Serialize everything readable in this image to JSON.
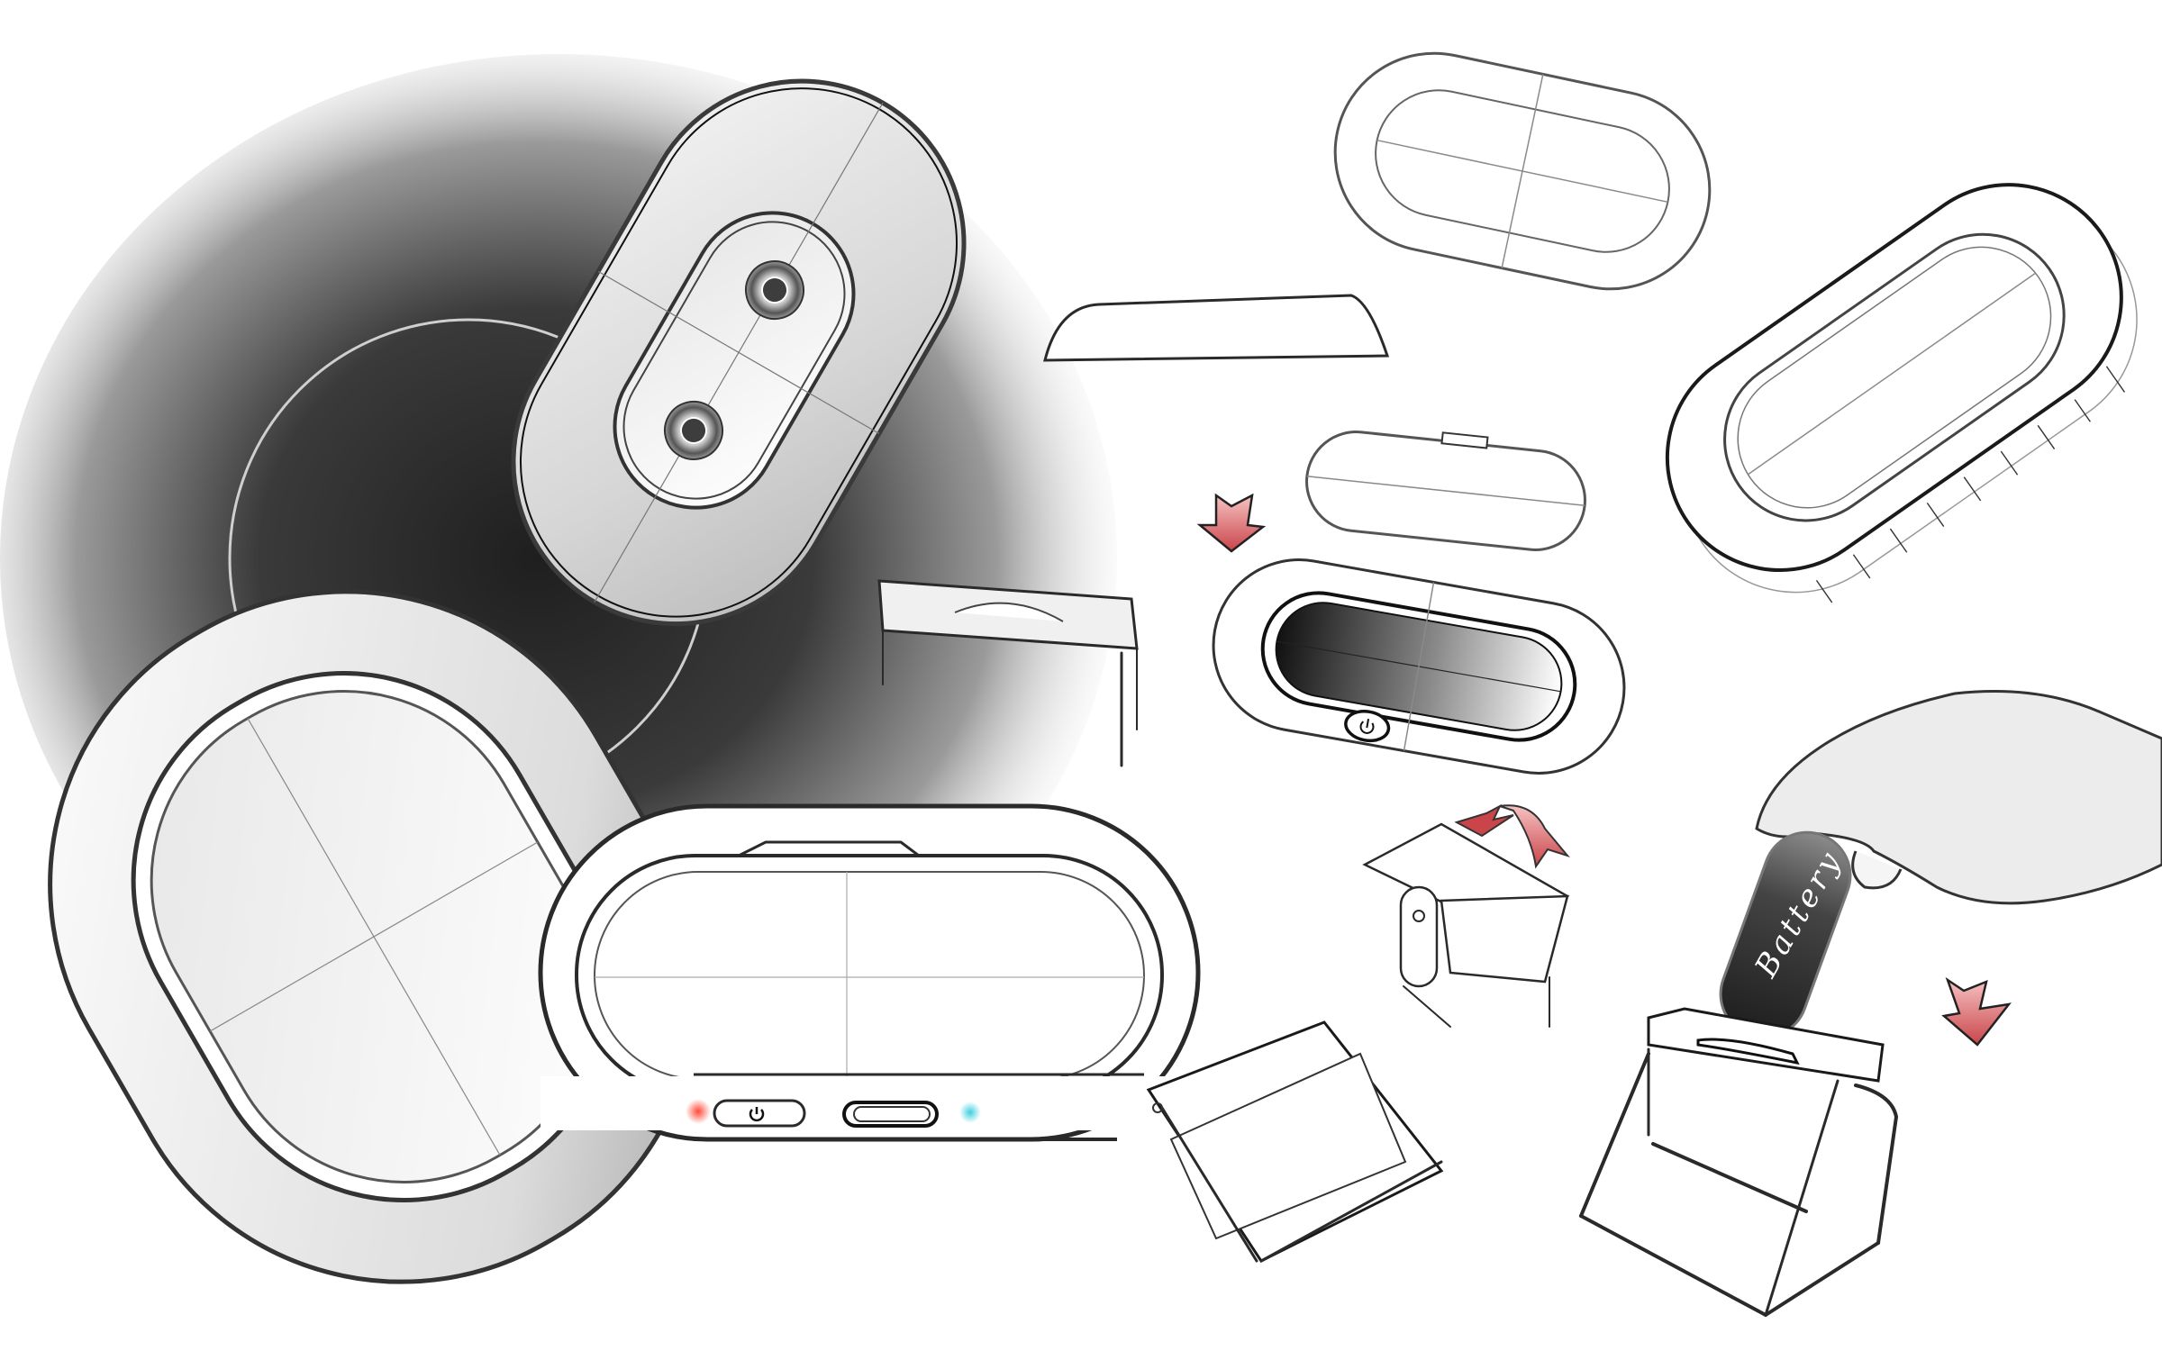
{
  "sheet": {
    "type": "industrial design concept sketch sheet",
    "subject": "portable pill-shaped device with removable battery and stand"
  },
  "labels": {
    "battery": "Battery"
  },
  "icons": {
    "power_main": "power-icon",
    "power_top_view": "power-icon"
  },
  "colors": {
    "background": "#ffffff",
    "shadow_dark": "#2e2e2e",
    "arrow_red": "#d9575a",
    "arrow_red_light": "#f2b3b3",
    "led_red": "#ff5a4a",
    "led_cyan": "#4fd3e0",
    "battery_dark": "#2b2b2b"
  },
  "annotations": {
    "arrows": [
      "down-arrow-insert",
      "flip-arrow-open",
      "down-arrow-battery"
    ]
  }
}
